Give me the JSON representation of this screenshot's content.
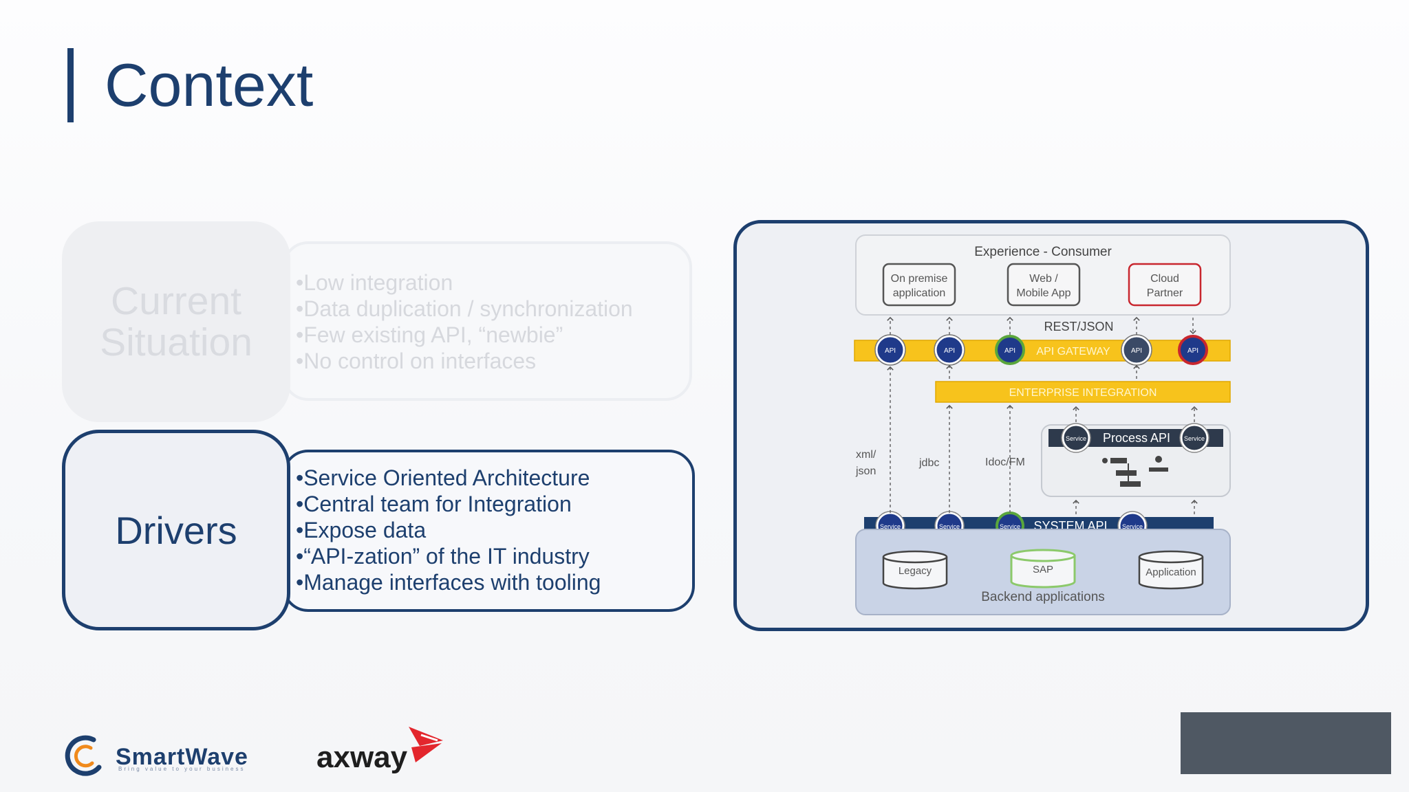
{
  "slide": {
    "title": "Context"
  },
  "current_situation": {
    "label_line1": "Current",
    "label_line2": "Situation",
    "bullets": [
      "•Low integration",
      "•Data duplication / synchronization",
      "•Few existing API, “newbie”",
      "•No control on interfaces"
    ]
  },
  "drivers": {
    "label": "Drivers",
    "bullets": [
      "•Service Oriented Architecture",
      "•Central team for Integration",
      "•Expose data",
      "•“API-zation” of the IT industry",
      "•Manage interfaces with tooling"
    ]
  },
  "diagram": {
    "experience_title": "Experience - Consumer",
    "consumers": [
      {
        "line1": "On premise",
        "line2": "application"
      },
      {
        "line1": "Web /",
        "line2": "Mobile App"
      },
      {
        "line1": "Cloud",
        "line2": "Partner"
      }
    ],
    "rest_json": "REST/JSON",
    "api_gateway": "API GATEWAY",
    "api_badge": "API",
    "enterprise_integration": "ENTERPRISE INTEGRATION",
    "process_api": "Process API",
    "service_badge": "Service",
    "protocols": {
      "xml_line1": "xml/",
      "xml_line2": "json",
      "jdbc": "jdbc",
      "idoc": "Idoc/FM"
    },
    "system_api": "SYSTEM API",
    "backends": [
      "Legacy",
      "SAP",
      "Application"
    ],
    "backend_title": "Backend applications",
    "colors": {
      "yellow": "#f7c31c",
      "navy": "#1d3f6e",
      "api_blue": "#1f3a8a",
      "red": "#c8262e",
      "green": "#5aa63c"
    }
  },
  "logos": {
    "smartwave": "SmartWave",
    "smartwave_tagline": "Bring value to your business",
    "axway": "axway"
  }
}
